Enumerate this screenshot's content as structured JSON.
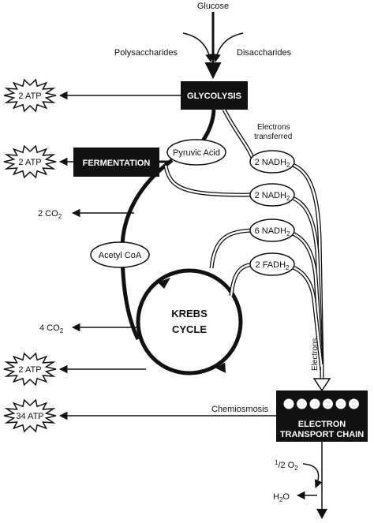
{
  "inputs": {
    "glucose": "Glucose",
    "polysaccharides": "Polysaccharides",
    "disaccharides": "Disaccharides"
  },
  "stages": {
    "glycolysis": "GLYCOLYSIS",
    "fermentation": "FERMENTATION",
    "krebs_line1": "KREBS",
    "krebs_line2": "CYCLE",
    "etc_line1": "ELECTRON",
    "etc_line2": "TRANSPORT CHAIN"
  },
  "intermediates": {
    "pyruvic_acid": "Pyruvic Acid",
    "acetyl_coa": "Acetyl CoA"
  },
  "carriers": [
    {
      "base": "2 NADH",
      "sub": "2"
    },
    {
      "base": "2 NADH",
      "sub": "2"
    },
    {
      "base": "6 NADH",
      "sub": "2"
    },
    {
      "base": "2 FADH",
      "sub": "2"
    }
  ],
  "atp": {
    "glycolysis": "2 ATP",
    "fermentation": "2 ATP",
    "krebs": "2 ATP",
    "etc": "34 ATP"
  },
  "co2": [
    {
      "base": "2 CO",
      "sub": "2"
    },
    {
      "base": "4 CO",
      "sub": "2"
    }
  ],
  "labels": {
    "electrons_transferred_1": "Electrons",
    "electrons_transferred_2": "transferred",
    "electrons": "Electrons",
    "chemiosmosis": "Chemiosmosis",
    "half": "1",
    "half_den": "/2 O",
    "half_sub": "2",
    "water_base": "H",
    "water_sub": "2",
    "water_end": "O"
  },
  "etc_dot_count": 6
}
